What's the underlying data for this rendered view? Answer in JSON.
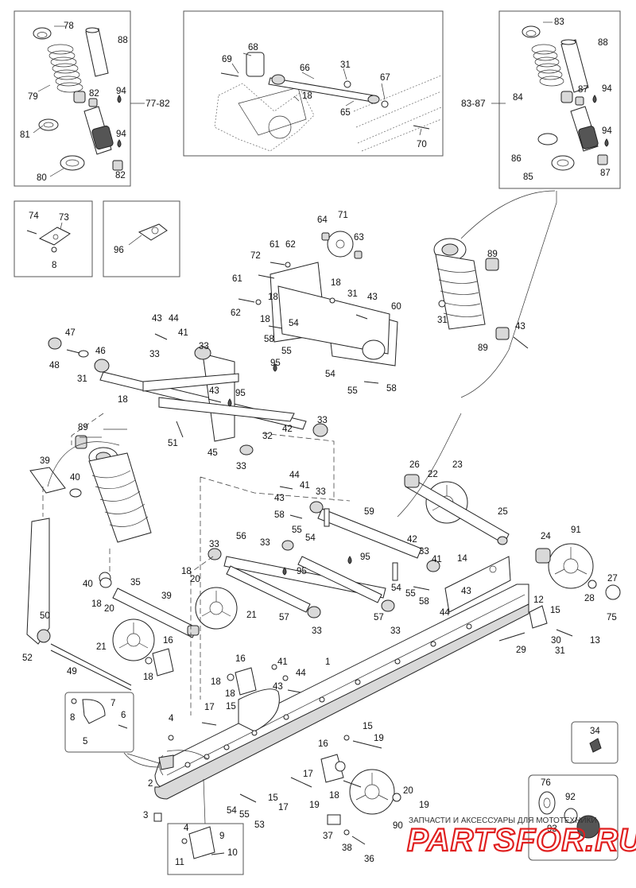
{
  "callouts": [
    {
      "id": "c-78",
      "text": "78"
    },
    {
      "id": "c-88a",
      "text": "88"
    },
    {
      "id": "c-79",
      "text": "79"
    },
    {
      "id": "c-82a",
      "text": "82"
    },
    {
      "id": "c-94a",
      "text": "94"
    },
    {
      "id": "c-81",
      "text": "81"
    },
    {
      "id": "c-94b",
      "text": "94"
    },
    {
      "id": "c-80",
      "text": "80"
    },
    {
      "id": "c-82b",
      "text": "82"
    },
    {
      "id": "c-68",
      "text": "68"
    },
    {
      "id": "c-69",
      "text": "69"
    },
    {
      "id": "c-66",
      "text": "66"
    },
    {
      "id": "c-31a",
      "text": "31"
    },
    {
      "id": "c-67",
      "text": "67"
    },
    {
      "id": "c-18a",
      "text": "18"
    },
    {
      "id": "c-65",
      "text": "65"
    },
    {
      "id": "c-70",
      "text": "70"
    },
    {
      "id": "c-83",
      "text": "83"
    },
    {
      "id": "c-88b",
      "text": "88"
    },
    {
      "id": "c-84",
      "text": "84"
    },
    {
      "id": "c-87a",
      "text": "87"
    },
    {
      "id": "c-94c",
      "text": "94"
    },
    {
      "id": "c-94d",
      "text": "94"
    },
    {
      "id": "c-86",
      "text": "86"
    },
    {
      "id": "c-85",
      "text": "85"
    },
    {
      "id": "c-87b",
      "text": "87"
    },
    {
      "id": "c-74",
      "text": "74"
    },
    {
      "id": "c-73",
      "text": "73"
    },
    {
      "id": "c-8a",
      "text": "8"
    },
    {
      "id": "c-96",
      "text": "96"
    },
    {
      "id": "c-64",
      "text": "64"
    },
    {
      "id": "c-71",
      "text": "71"
    },
    {
      "id": "c-63",
      "text": "63"
    },
    {
      "id": "c-61a",
      "text": "61"
    },
    {
      "id": "c-62a",
      "text": "62"
    },
    {
      "id": "c-72",
      "text": "72"
    },
    {
      "id": "c-61b",
      "text": "61"
    },
    {
      "id": "c-18b",
      "text": "18"
    },
    {
      "id": "c-18c",
      "text": "18"
    },
    {
      "id": "c-31b",
      "text": "31"
    },
    {
      "id": "c-43a",
      "text": "43"
    },
    {
      "id": "c-60",
      "text": "60"
    },
    {
      "id": "c-62b",
      "text": "62"
    },
    {
      "id": "c-18d",
      "text": "18"
    },
    {
      "id": "c-54a",
      "text": "54"
    },
    {
      "id": "c-58a",
      "text": "58"
    },
    {
      "id": "c-55a",
      "text": "55"
    },
    {
      "id": "c-54b",
      "text": "54"
    },
    {
      "id": "c-55b",
      "text": "55"
    },
    {
      "id": "c-58b",
      "text": "58"
    },
    {
      "id": "c-89a",
      "text": "89"
    },
    {
      "id": "c-31c",
      "text": "31"
    },
    {
      "id": "c-43b",
      "text": "43"
    },
    {
      "id": "c-89b",
      "text": "89"
    },
    {
      "id": "c-43c",
      "text": "43"
    },
    {
      "id": "c-44a",
      "text": "44"
    },
    {
      "id": "c-41a",
      "text": "41"
    },
    {
      "id": "c-47",
      "text": "47"
    },
    {
      "id": "c-33a",
      "text": "33"
    },
    {
      "id": "c-48",
      "text": "48"
    },
    {
      "id": "c-46",
      "text": "46"
    },
    {
      "id": "c-31d",
      "text": "31"
    },
    {
      "id": "c-33b",
      "text": "33"
    },
    {
      "id": "c-95a",
      "text": "95"
    },
    {
      "id": "c-43d",
      "text": "43"
    },
    {
      "id": "c-95b",
      "text": "95"
    },
    {
      "id": "c-18e",
      "text": "18"
    },
    {
      "id": "c-33c",
      "text": "33"
    },
    {
      "id": "c-42a",
      "text": "42"
    },
    {
      "id": "c-32",
      "text": "32"
    },
    {
      "id": "c-51",
      "text": "51"
    },
    {
      "id": "c-45",
      "text": "45"
    },
    {
      "id": "c-33d",
      "text": "33"
    },
    {
      "id": "c-89c",
      "text": "89"
    },
    {
      "id": "c-39a",
      "text": "39"
    },
    {
      "id": "c-40a",
      "text": "40"
    },
    {
      "id": "c-26",
      "text": "26"
    },
    {
      "id": "c-22",
      "text": "22"
    },
    {
      "id": "c-23",
      "text": "23"
    },
    {
      "id": "c-44b",
      "text": "44"
    },
    {
      "id": "c-41b",
      "text": "41"
    },
    {
      "id": "c-43e",
      "text": "43"
    },
    {
      "id": "c-33e",
      "text": "33"
    },
    {
      "id": "c-59",
      "text": "59"
    },
    {
      "id": "c-25",
      "text": "25"
    },
    {
      "id": "c-58c",
      "text": "58"
    },
    {
      "id": "c-55c",
      "text": "55"
    },
    {
      "id": "c-54c",
      "text": "54"
    },
    {
      "id": "c-56",
      "text": "56"
    },
    {
      "id": "c-33f",
      "text": "33"
    },
    {
      "id": "c-42b",
      "text": "42"
    },
    {
      "id": "c-33g",
      "text": "33"
    },
    {
      "id": "c-41c",
      "text": "41"
    },
    {
      "id": "c-24",
      "text": "24"
    },
    {
      "id": "c-91",
      "text": "91"
    },
    {
      "id": "c-33h",
      "text": "33"
    },
    {
      "id": "c-95c",
      "text": "95"
    },
    {
      "id": "c-95d",
      "text": "95"
    },
    {
      "id": "c-54d",
      "text": "54"
    },
    {
      "id": "c-55d",
      "text": "55"
    },
    {
      "id": "c-58d",
      "text": "58"
    },
    {
      "id": "c-14",
      "text": "14"
    },
    {
      "id": "c-27",
      "text": "27"
    },
    {
      "id": "c-43f",
      "text": "43"
    },
    {
      "id": "c-28",
      "text": "28"
    },
    {
      "id": "c-75",
      "text": "75"
    },
    {
      "id": "c-57a",
      "text": "57"
    },
    {
      "id": "c-33i",
      "text": "33"
    },
    {
      "id": "c-57b",
      "text": "57"
    },
    {
      "id": "c-33j",
      "text": "33"
    },
    {
      "id": "c-44c",
      "text": "44"
    },
    {
      "id": "c-12",
      "text": "12"
    },
    {
      "id": "c-15a",
      "text": "15"
    },
    {
      "id": "c-52",
      "text": "52"
    },
    {
      "id": "c-50",
      "text": "50"
    },
    {
      "id": "c-40b",
      "text": "40"
    },
    {
      "id": "c-35",
      "text": "35"
    },
    {
      "id": "c-39b",
      "text": "39"
    },
    {
      "id": "c-18f",
      "text": "18"
    },
    {
      "id": "c-20a",
      "text": "20"
    },
    {
      "id": "c-18g",
      "text": "18"
    },
    {
      "id": "c-20b",
      "text": "20"
    },
    {
      "id": "c-21a",
      "text": "21"
    },
    {
      "id": "c-21b",
      "text": "21"
    },
    {
      "id": "c-16a",
      "text": "16"
    },
    {
      "id": "c-18h",
      "text": "18"
    },
    {
      "id": "c-49",
      "text": "49"
    },
    {
      "id": "c-30",
      "text": "30"
    },
    {
      "id": "c-31e",
      "text": "31"
    },
    {
      "id": "c-13",
      "text": "13"
    },
    {
      "id": "c-29",
      "text": "29"
    },
    {
      "id": "c-1",
      "text": "1"
    },
    {
      "id": "c-41d",
      "text": "41"
    },
    {
      "id": "c-44d",
      "text": "44"
    },
    {
      "id": "c-43g",
      "text": "43"
    },
    {
      "id": "c-16b",
      "text": "16"
    },
    {
      "id": "c-18i",
      "text": "18"
    },
    {
      "id": "c-7",
      "text": "7"
    },
    {
      "id": "c-8b",
      "text": "8"
    },
    {
      "id": "c-6",
      "text": "6"
    },
    {
      "id": "c-5",
      "text": "5"
    },
    {
      "id": "c-4a",
      "text": "4"
    },
    {
      "id": "c-17a",
      "text": "17"
    },
    {
      "id": "c-18j",
      "text": "18"
    },
    {
      "id": "c-15b",
      "text": "15"
    },
    {
      "id": "c-19a",
      "text": "19"
    },
    {
      "id": "c-15c",
      "text": "15"
    },
    {
      "id": "c-16c",
      "text": "16"
    },
    {
      "id": "c-34",
      "text": "34"
    },
    {
      "id": "c-2",
      "text": "2"
    },
    {
      "id": "c-18k",
      "text": "18"
    },
    {
      "id": "c-17b",
      "text": "17"
    },
    {
      "id": "c-15d",
      "text": "15"
    },
    {
      "id": "c-19b",
      "text": "19"
    },
    {
      "id": "c-20c",
      "text": "20"
    },
    {
      "id": "c-19c",
      "text": "19"
    },
    {
      "id": "c-54e",
      "text": "54"
    },
    {
      "id": "c-55e",
      "text": "55"
    },
    {
      "id": "c-17c",
      "text": "17"
    },
    {
      "id": "c-3",
      "text": "3"
    },
    {
      "id": "c-53",
      "text": "53"
    },
    {
      "id": "c-90",
      "text": "90"
    },
    {
      "id": "c-76",
      "text": "76"
    },
    {
      "id": "c-92",
      "text": "92"
    },
    {
      "id": "c-93",
      "text": "93"
    },
    {
      "id": "c-4b",
      "text": "4"
    },
    {
      "id": "c-9",
      "text": "9"
    },
    {
      "id": "c-37",
      "text": "37"
    },
    {
      "id": "c-38",
      "text": "38"
    },
    {
      "id": "c-36",
      "text": "36"
    },
    {
      "id": "c-11",
      "text": "11"
    },
    {
      "id": "c-10",
      "text": "10"
    }
  ],
  "group_labels": {
    "rear_shock_kit": "77-82",
    "front_shock_kit": "83-87"
  },
  "watermark": {
    "caption": "ЗАПЧАСТИ И АКСЕССУАРЫ ДЛЯ МОТОТЕХНИКИ",
    "brand": "PARTSFOR.RU",
    "brand_color": "#e02020"
  }
}
